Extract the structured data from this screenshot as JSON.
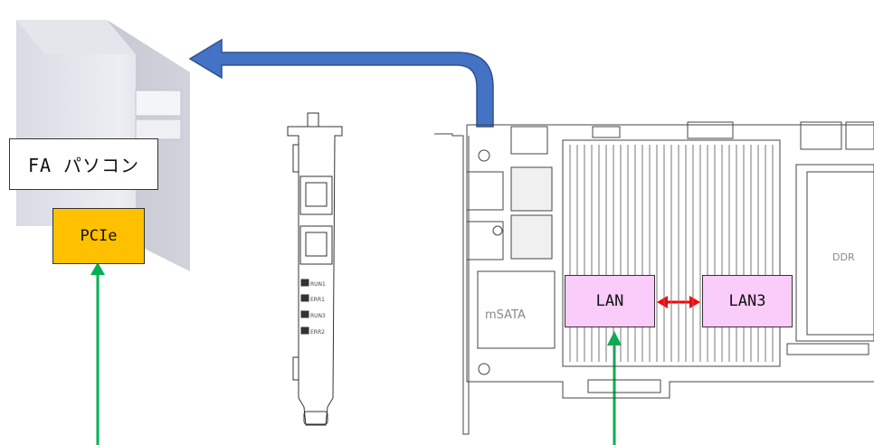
{
  "labels": {
    "fa_pc": "FA パソコン",
    "pcie": "PCIe",
    "lan": "LAN",
    "lan3": "LAN3",
    "msata": "mSATA",
    "ddr": "DDR"
  },
  "bracket_leds": [
    "RUN1",
    "ERR1",
    "RUN3",
    "ERR2"
  ],
  "colors": {
    "blue_arrow": "#4472c4",
    "green_arrow": "#00b050",
    "red_arrow": "#ff0000",
    "pcie_fill": "#ffc000",
    "lan_fill": "#f9ccf9"
  }
}
